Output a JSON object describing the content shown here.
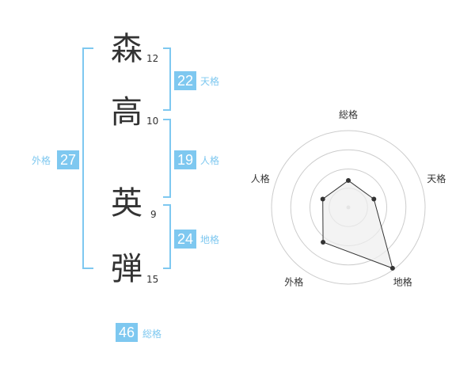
{
  "name": {
    "chars": [
      {
        "char": "森",
        "strokes": "12"
      },
      {
        "char": "高",
        "strokes": "10"
      },
      {
        "char": "英",
        "strokes": "9"
      },
      {
        "char": "弾",
        "strokes": "15"
      }
    ]
  },
  "scores": {
    "tenkaku": {
      "value": "22",
      "label": "天格"
    },
    "jinkaku": {
      "value": "19",
      "label": "人格"
    },
    "chikaku": {
      "value": "24",
      "label": "地格"
    },
    "gaikaku": {
      "value": "27",
      "label": "外格"
    },
    "soukaku": {
      "value": "46",
      "label": "総格"
    }
  },
  "colors": {
    "accent": "#7ec8f0",
    "text": "#333333",
    "grid": "#cccccc",
    "fill": "#eeeeee"
  },
  "chart_data": {
    "type": "radar",
    "axes": [
      "総格",
      "天格",
      "地格",
      "外格",
      "人格"
    ],
    "rings": 4,
    "values": [
      0.35,
      0.35,
      0.98,
      0.56,
      0.35
    ]
  }
}
